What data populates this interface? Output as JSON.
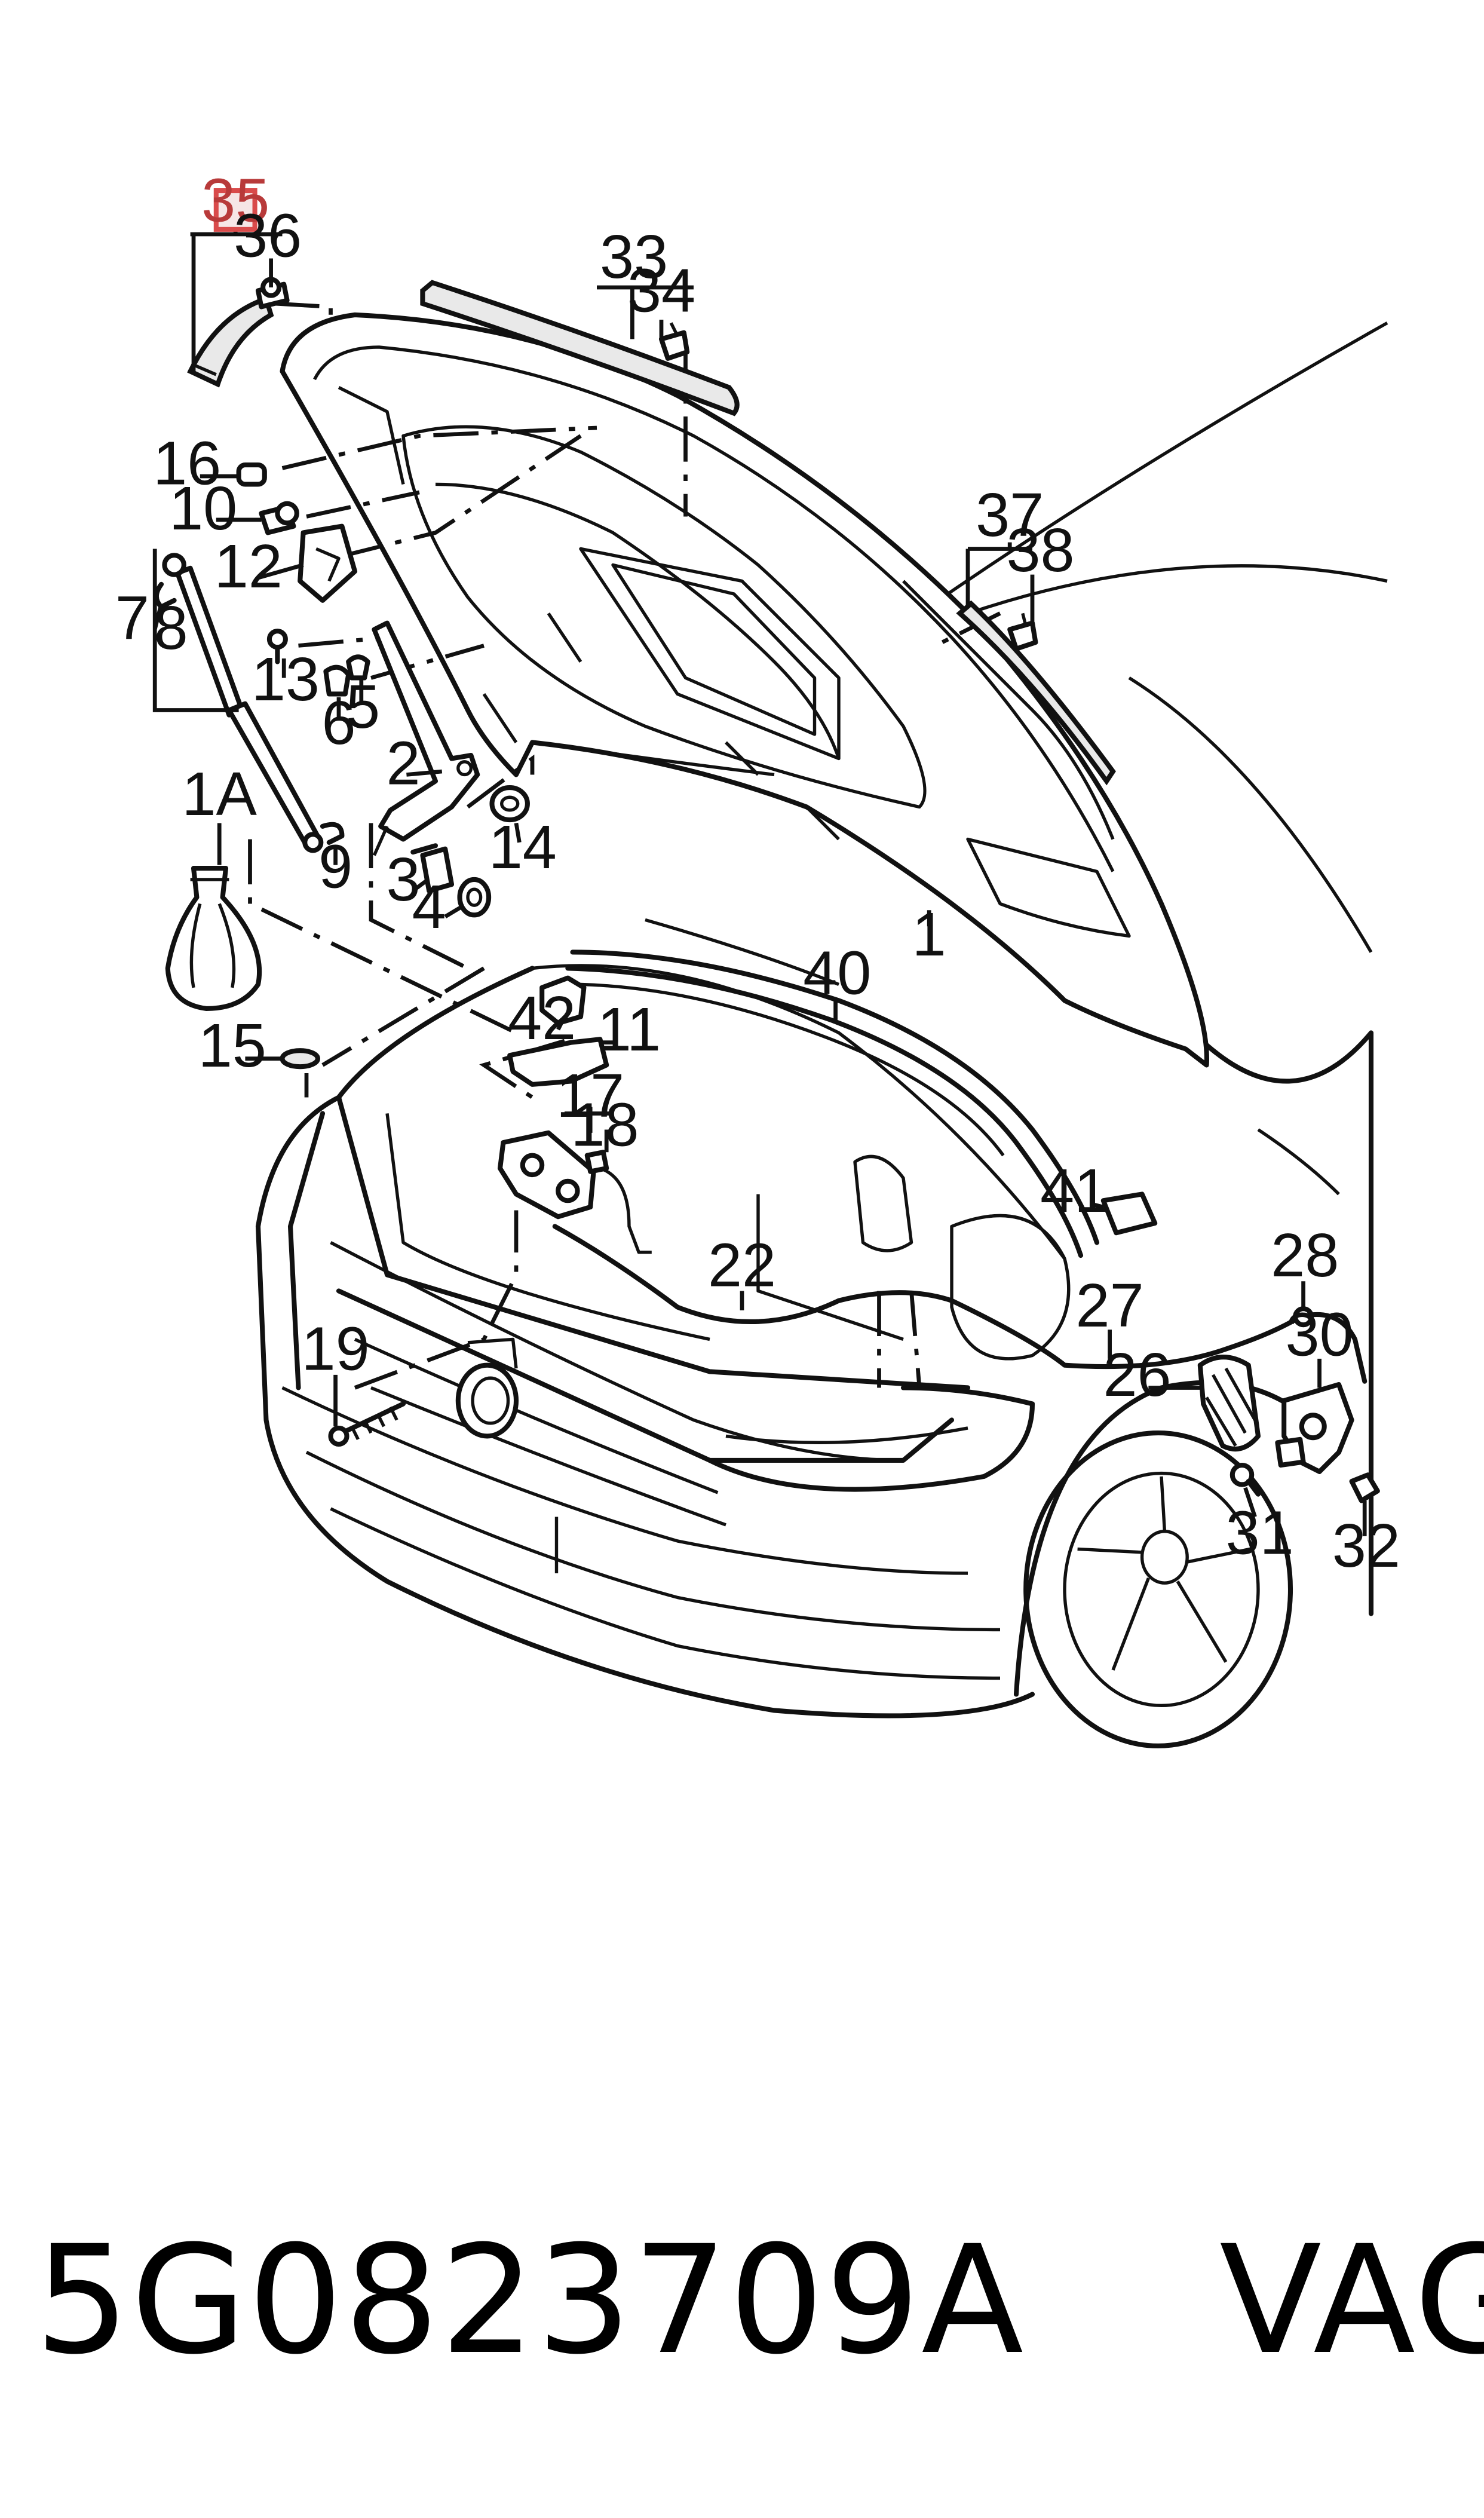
{
  "callouts": {
    "c1": "1",
    "c1A": "1A",
    "c2": "2",
    "c3": "3",
    "c4": "4",
    "c5": "5",
    "c6": "6",
    "c7": "7",
    "c8": "8",
    "c9": "9",
    "c10": "10",
    "c11": "11",
    "c12": "12",
    "c13": "13",
    "c14": "14",
    "c15": "15",
    "c16": "16",
    "c17": "17",
    "c18": "18",
    "c19": "19",
    "c22": "22",
    "c26": "26",
    "c27": "27",
    "c28": "28",
    "c30": "30",
    "c31": "31",
    "c32": "32",
    "c33": "33",
    "c34": "34",
    "c35": "35",
    "c36": "36",
    "c37": "37",
    "c38": "38",
    "c40": "40",
    "c41": "41",
    "c42": "42"
  },
  "highlight": {
    "callout": "35",
    "box_fill": "#f6e6e6",
    "box_stroke": "#d94b4b",
    "text_color": "#b83a3a"
  },
  "footer": {
    "part_number": "5G0823709A",
    "brand": "VAG",
    "separator": "    "
  }
}
